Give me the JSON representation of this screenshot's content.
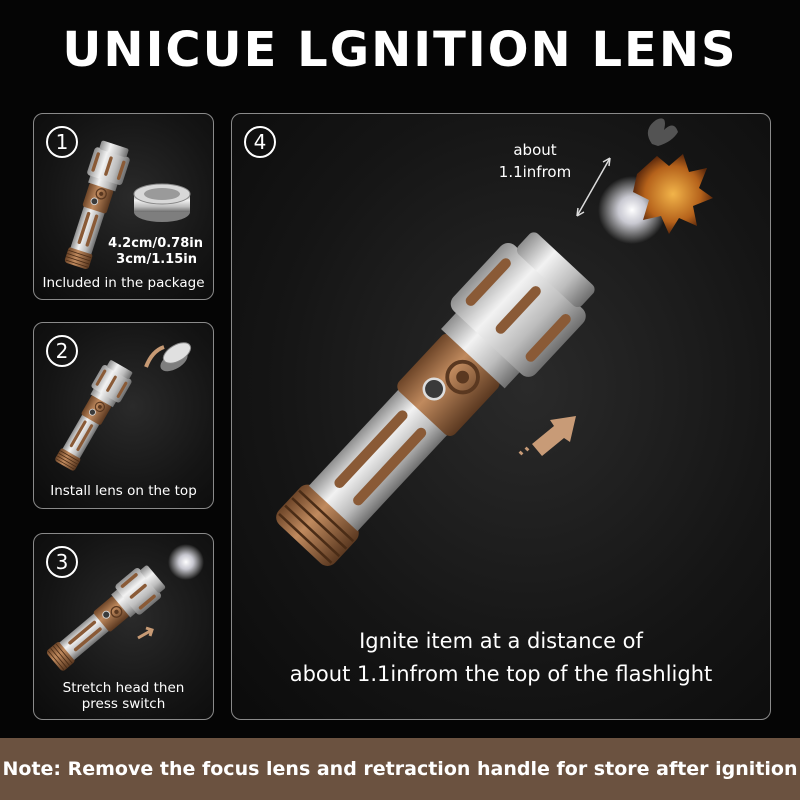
{
  "title": "UNICUE LGNITION LENS",
  "panels": [
    {
      "number": "1",
      "caption": "Included in the package",
      "dimensions": [
        "4.2cm/0.78in",
        "3cm/1.15in"
      ]
    },
    {
      "number": "2",
      "caption": "Install lens on the top"
    },
    {
      "number": "3",
      "caption_lines": [
        "Stretch head then",
        "press switch"
      ]
    },
    {
      "number": "4",
      "about_lines": [
        "about",
        "1.1infrom"
      ],
      "caption_lines": [
        "Ignite item at a distance of",
        "about 1.1infrom the top of the flashlight"
      ]
    }
  ],
  "note": "Note: Remove the focus lens and retraction handle for store after ignition",
  "colors": {
    "copper": "#9c6a45",
    "silver": "#c8c8c8",
    "note_bar": "#6b5240",
    "border": "#8a8a8a"
  }
}
